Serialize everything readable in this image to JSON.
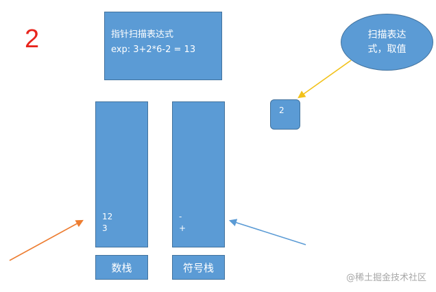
{
  "step": "2",
  "expression_box": {
    "line1": "指针扫描表达式",
    "line2": "exp: 3+2*6-2 = 13"
  },
  "number_stack": {
    "items": [
      "12",
      "3"
    ],
    "label": "数栈"
  },
  "operator_stack": {
    "items": [
      "-",
      "+"
    ],
    "label": "符号栈"
  },
  "scanned_value": "2",
  "callout": {
    "text": "扫描表达式，取值"
  },
  "watermark": "@稀土掘金技术社区",
  "colors": {
    "box_fill": "#5b9bd5",
    "box_border": "#41719c",
    "step_number": "#e8241c",
    "arrow_to_value": "#f2c21b",
    "arrow_to_number_stack": "#ed7d31",
    "arrow_to_operator_stack": "#5b9bd5"
  }
}
